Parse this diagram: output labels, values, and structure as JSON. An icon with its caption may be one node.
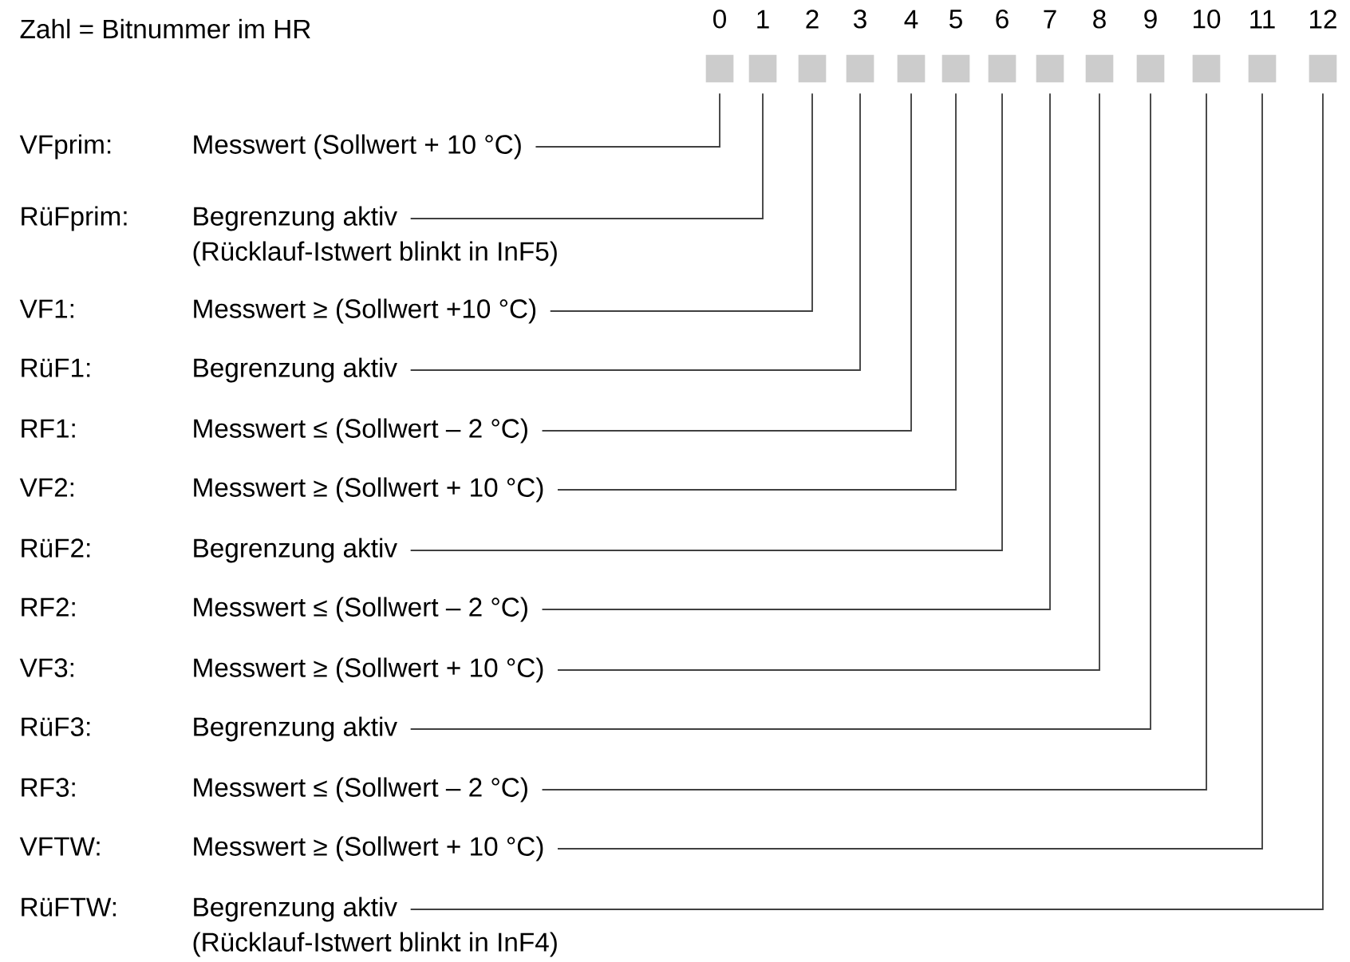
{
  "diagram": {
    "nodes": [
      {
        "text": [
          "0"
        ]
      },
      {
        "text": [
          "1"
        ]
      },
      {
        "text": [
          "2"
        ]
      },
      {
        "text": [
          "3"
        ]
      },
      {
        "text": [
          "4"
        ]
      },
      {
        "text": [
          "5"
        ]
      },
      {
        "text": [
          "6"
        ]
      },
      {
        "text": [
          "7"
        ]
      },
      {
        "text": [
          "8"
        ]
      },
      {
        "text": [
          "9"
        ]
      },
      {
        "text": [
          "10"
        ]
      },
      {
        "text": [
          "11"
        ]
      },
      {
        "text": [
          "12"
        ]
      },
      {
        "text": [
          "VFprim:",
          "Messwert (Sollwert + 10 °C)"
        ]
      },
      {
        "text": [
          "RüFprim:",
          "Begrenzung aktiv"
        ],
        "beside": [
          "(Rücklauf-Istwert blinkt in InF5)"
        ]
      },
      {
        "text": [
          "VF1:",
          "Messwert ≥ (Sollwert +10 °C)"
        ]
      },
      {
        "text": [
          "RüF1:",
          "Begrenzung aktiv"
        ]
      },
      {
        "text": [
          "RF1:",
          "Messwert ≤ (Sollwert – 2 °C)"
        ]
      },
      {
        "text": [
          "VF2:",
          "Messwert ≥ (Sollwert + 10 °C)"
        ]
      },
      {
        "text": [
          "RüF2:",
          "Begrenzung aktiv"
        ]
      },
      {
        "text": [
          "RF2:",
          "Messwert ≤ (Sollwert – 2 °C)"
        ]
      },
      {
        "text": [
          "VF3:",
          "Messwert ≥ (Sollwert + 10 °C)"
        ]
      },
      {
        "text": [
          "RüF3:",
          "Begrenzung aktiv"
        ]
      },
      {
        "text": [
          "RF3:",
          "Messwert ≤ (Sollwert – 2 °C)"
        ]
      },
      {
        "text": [
          "VFTW:",
          "Messwert ≥ (Sollwert + 10 °C)"
        ]
      },
      {
        "text": [
          "RüFTW:",
          "Begrenzung aktiv"
        ],
        "beside": [
          "(Rücklauf-Istwert blinkt in InF4)"
        ]
      }
    ],
    "edges": [
      {
        "from": 13,
        "to": 0,
        "arrow": "none"
      },
      {
        "from": 14,
        "to": 1,
        "arrow": "none"
      },
      {
        "from": 15,
        "to": 2,
        "arrow": "none"
      },
      {
        "from": 16,
        "to": 3,
        "arrow": "none"
      },
      {
        "from": 17,
        "to": 4,
        "arrow": "none"
      },
      {
        "from": 18,
        "to": 5,
        "arrow": "none"
      },
      {
        "from": 19,
        "to": 6,
        "arrow": "none"
      },
      {
        "from": 20,
        "to": 7,
        "arrow": "none"
      },
      {
        "from": 21,
        "to": 8,
        "arrow": "none"
      },
      {
        "from": 22,
        "to": 9,
        "arrow": "none"
      },
      {
        "from": 23,
        "to": 10,
        "arrow": "none"
      },
      {
        "from": 24,
        "to": 11,
        "arrow": "none"
      },
      {
        "from": 25,
        "to": 12,
        "arrow": "none"
      }
    ],
    "labels": [
      "Zahl = Bitnummer im HR"
    ]
  }
}
